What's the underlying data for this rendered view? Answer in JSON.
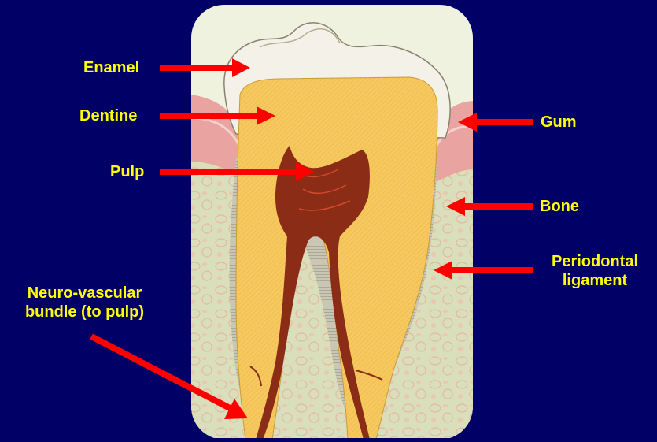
{
  "labels": {
    "enamel": "Enamel",
    "dentine": "Dentine",
    "pulp": "Pulp",
    "gum": "Gum",
    "bone": "Bone",
    "periodontal_line1": "Periodontal",
    "periodontal_line2": "ligament",
    "neuro_line1": "Neuro-vascular",
    "neuro_line2": "bundle (to pulp)"
  },
  "colors": {
    "background": "#000066",
    "label_text": "#ffff00",
    "arrow": "#ff0000",
    "enamel": "#f3f1e6",
    "dentine": "#f4c75c",
    "pulp": "#8a2a14",
    "gum": "#e8a0a0",
    "bone": "#d6dcb4"
  }
}
